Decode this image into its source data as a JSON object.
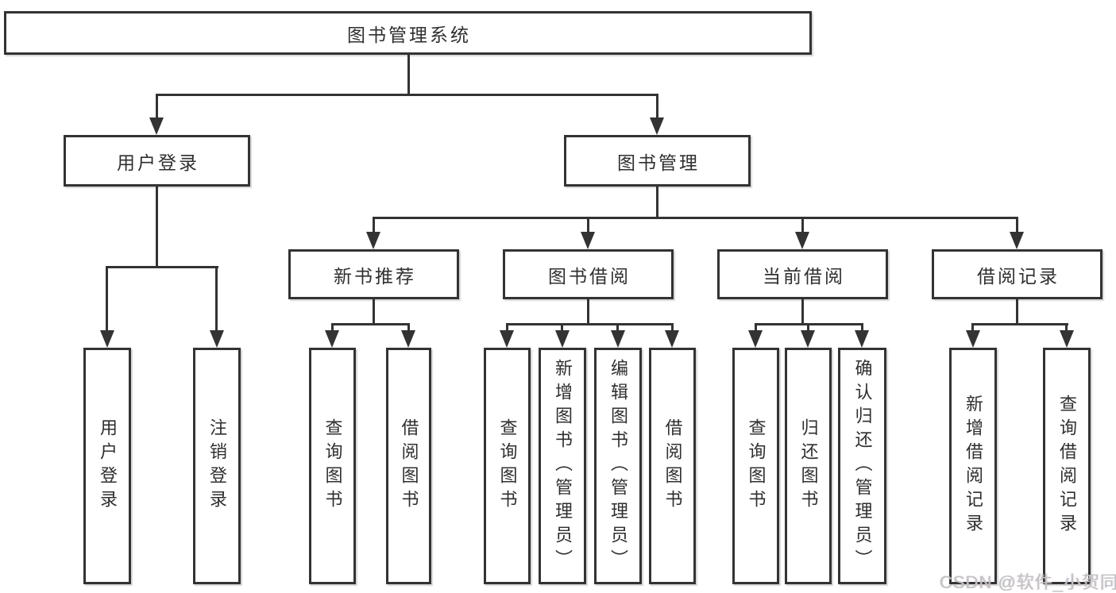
{
  "tree": {
    "label": "图书管理系统",
    "children": [
      {
        "label": "用户登录",
        "children": [
          {
            "label": "用户登录"
          },
          {
            "label": "注销登录"
          }
        ]
      },
      {
        "label": "图书管理",
        "children": [
          {
            "label": "新书推荐",
            "children": [
              {
                "label": "查询图书"
              },
              {
                "label": "借阅图书"
              }
            ]
          },
          {
            "label": "图书借阅",
            "children": [
              {
                "label": "查询图书"
              },
              {
                "label": "新增图书（管理员）"
              },
              {
                "label": "编辑图书（管理员）"
              },
              {
                "label": "借阅图书"
              }
            ]
          },
          {
            "label": "当前借阅",
            "children": [
              {
                "label": "查询图书"
              },
              {
                "label": "归还图书"
              },
              {
                "label": "确认归还（管理员）"
              }
            ]
          },
          {
            "label": "借阅记录",
            "children": [
              {
                "label": "新增借阅记录"
              },
              {
                "label": "查询借阅记录"
              }
            ]
          }
        ]
      }
    ]
  },
  "watermark": {
    "text": "CSDN @软件_小贺同学"
  },
  "colors": {
    "line": "#333333",
    "text": "#2f2f2f",
    "watermark": "#c2c2c2",
    "background": "#ffffff"
  }
}
